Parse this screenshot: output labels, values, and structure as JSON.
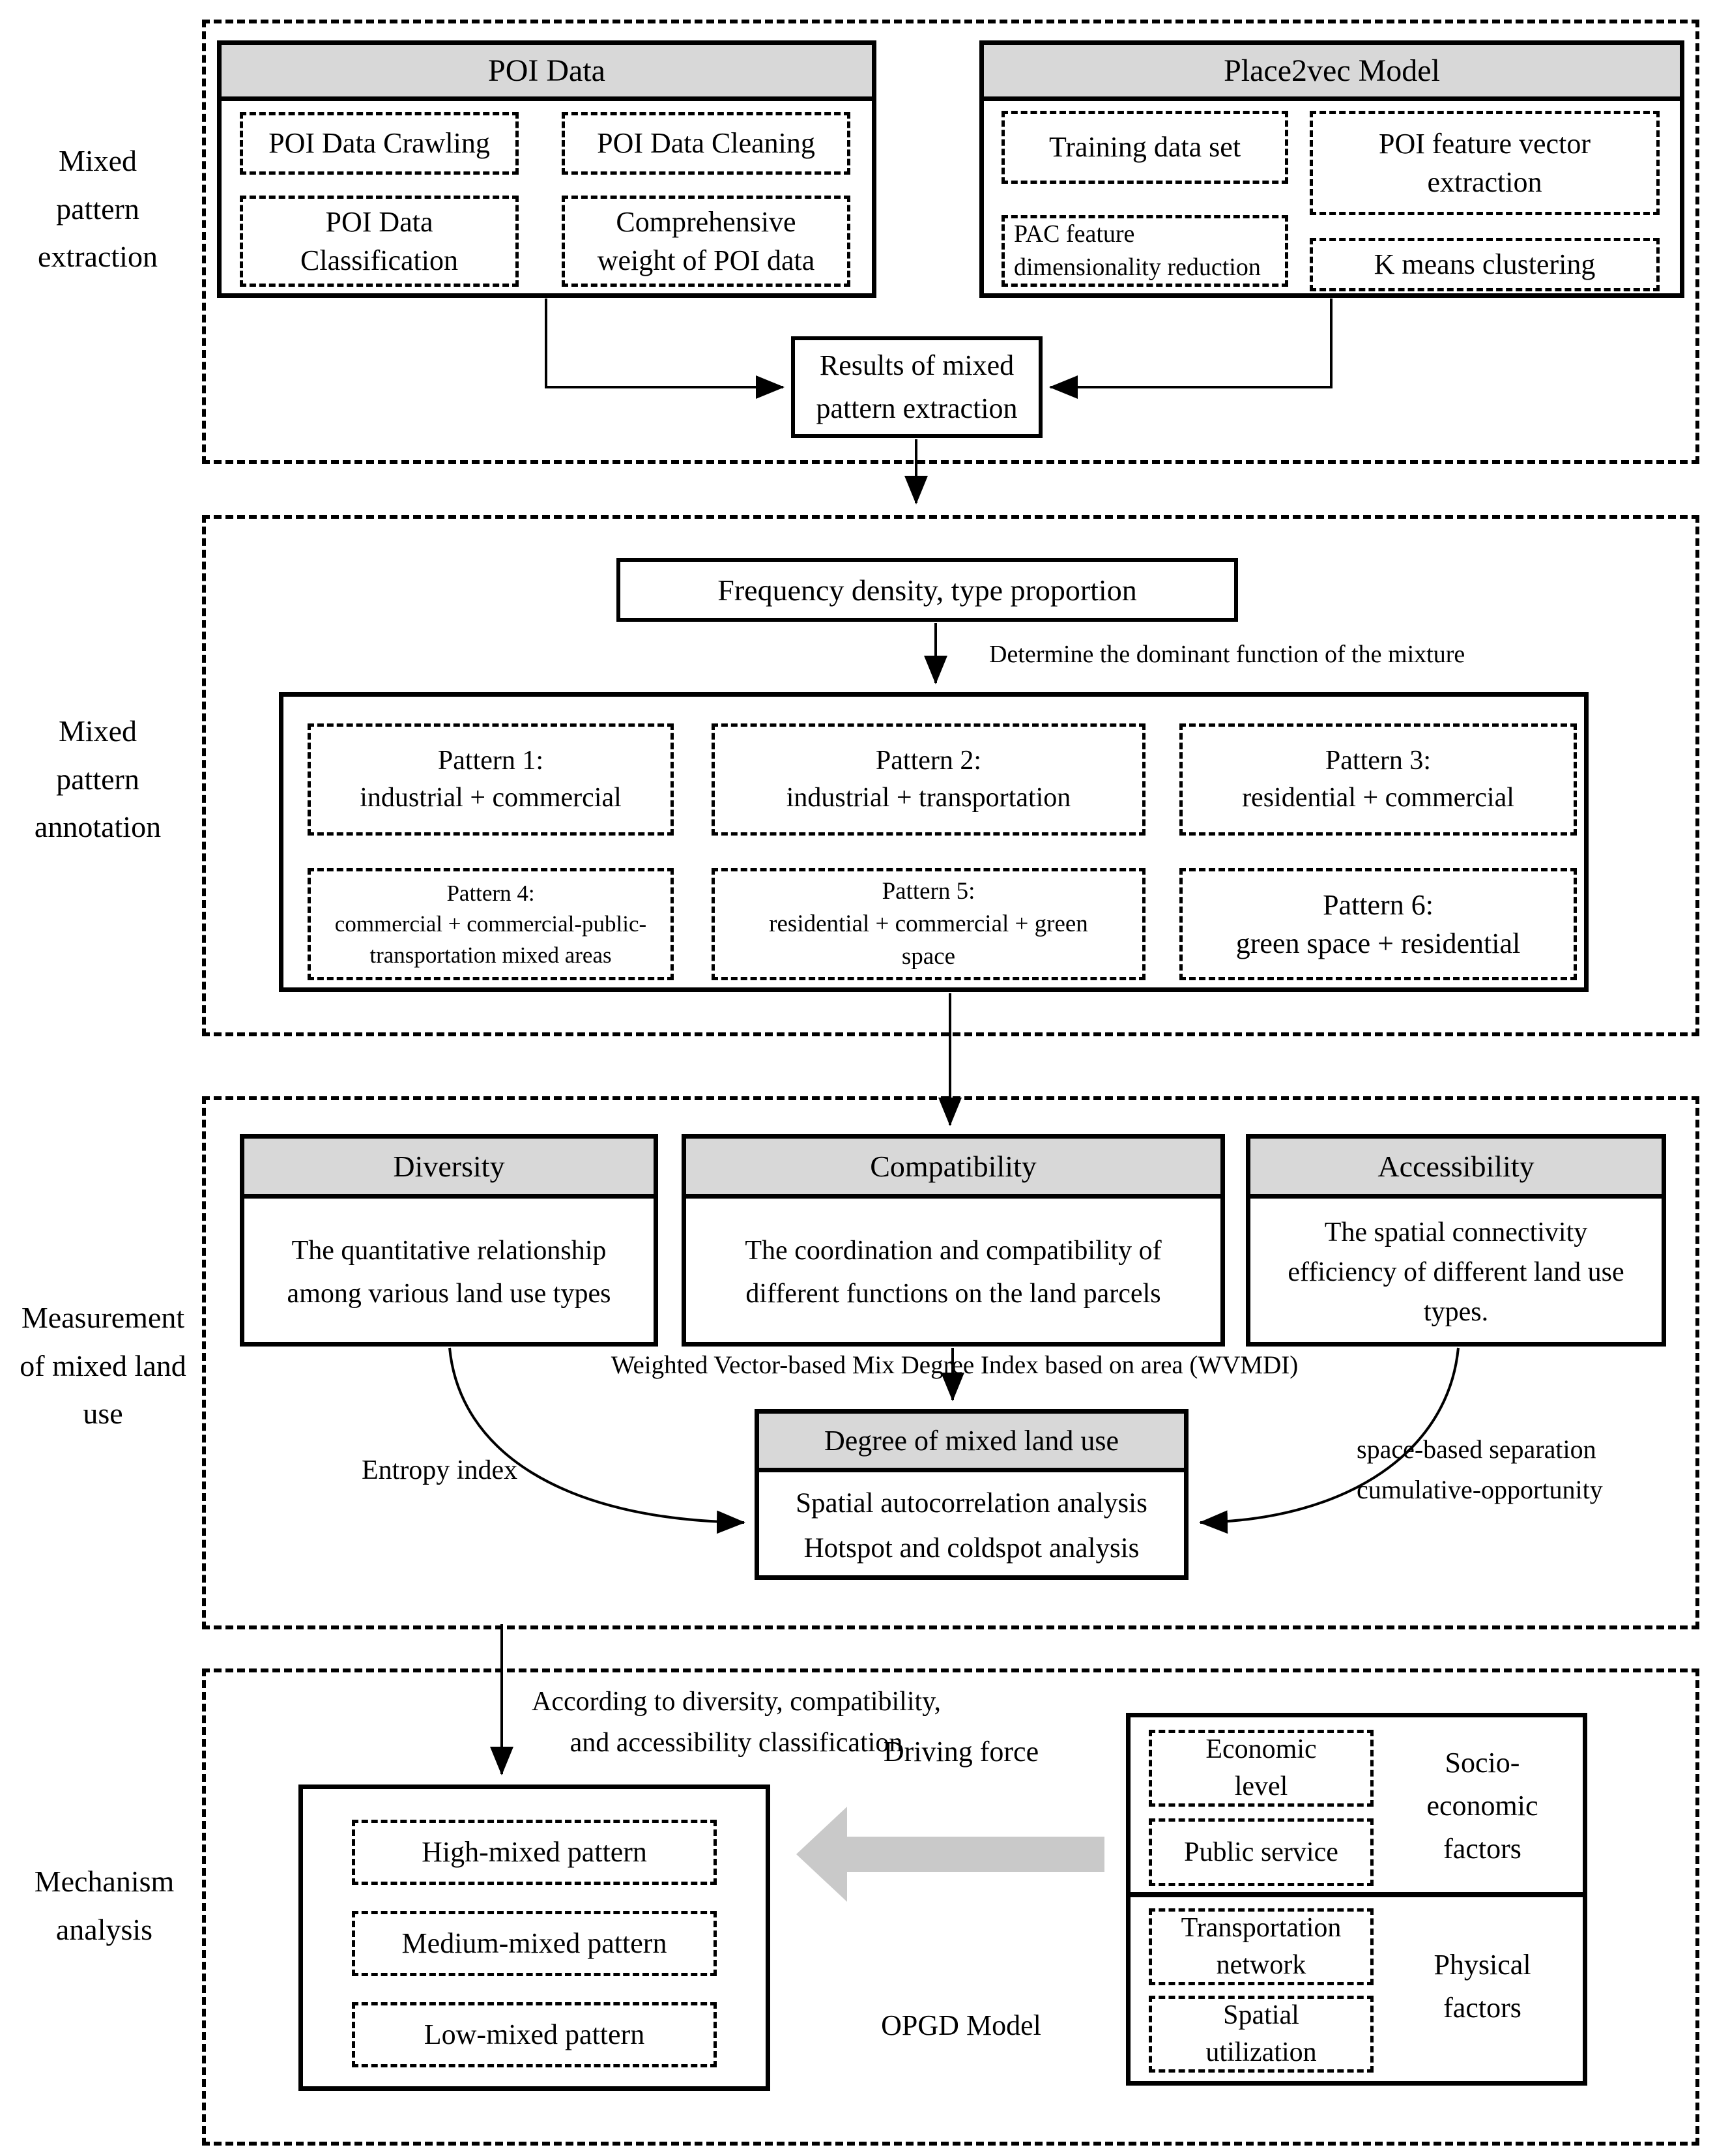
{
  "side_labels": {
    "extraction": "Mixed pattern extraction",
    "annotation": "Mixed pattern annotation",
    "measurement": "Measurement of mixed land use",
    "mechanism": "Mechanism analysis"
  },
  "extraction": {
    "poi": {
      "title": "POI Data",
      "items": [
        "POI Data Crawling",
        "POI Data Cleaning",
        "POI Data Classification",
        "Comprehensive weight of POI data"
      ]
    },
    "place2vec": {
      "title": "Place2vec Model",
      "items": [
        "Training data set",
        "POI feature vector extraction",
        "PAC feature dimensionality reduction",
        "K means clustering"
      ]
    },
    "results": "Results of mixed pattern extraction"
  },
  "annotation": {
    "frequency": "Frequency density, type proportion",
    "determine": "Determine the dominant function of the mixture",
    "patterns": [
      {
        "title": "Pattern 1:",
        "desc": "industrial + commercial"
      },
      {
        "title": "Pattern 2:",
        "desc": "industrial + transportation"
      },
      {
        "title": "Pattern 3:",
        "desc": "residential + commercial"
      },
      {
        "title": "Pattern 4:",
        "desc": "commercial + commercial-public-transportation mixed areas"
      },
      {
        "title": "Pattern 5:",
        "desc": "residential + commercial + green space"
      },
      {
        "title": "Pattern 6:",
        "desc": "green space + residential"
      }
    ]
  },
  "measurement": {
    "boxes": [
      {
        "title": "Diversity",
        "desc": "The quantitative relationship among various land use types"
      },
      {
        "title": "Compatibility",
        "desc": "The coordination and compatibility of different functions on the land parcels"
      },
      {
        "title": "Accessibility",
        "desc": "The spatial connectivity efficiency of different land use types."
      }
    ],
    "wvmdi": "Weighted Vector-based Mix Degree Index based on area (WVMDI)",
    "entropy": "Entropy index",
    "space_based": "space-based separation",
    "cumulative": "cumulative-opportunity",
    "degree": {
      "title": "Degree of mixed land use",
      "line1": "Spatial autocorrelation analysis",
      "line2": "Hotspot and coldspot analysis"
    }
  },
  "mechanism": {
    "according": "According to diversity, compatibility, and accessibility classification",
    "mixed_levels": [
      "High-mixed pattern",
      "Medium-mixed pattern",
      "Low-mixed pattern"
    ],
    "driving_force": "Driving force",
    "opgd": "OPGD Model",
    "factors": {
      "socio_label": "Socio-economic factors",
      "socio_items": [
        "Economic level",
        "Public service"
      ],
      "physical_label": "Transportation network",
      "physical_title": "Physical factors",
      "physical_items": [
        "Transportation network",
        "Spatial utilization"
      ]
    }
  },
  "colors": {
    "header_fill": "#d8d8d8",
    "driving_arrow": "#c9c9c9",
    "line": "#000000"
  }
}
